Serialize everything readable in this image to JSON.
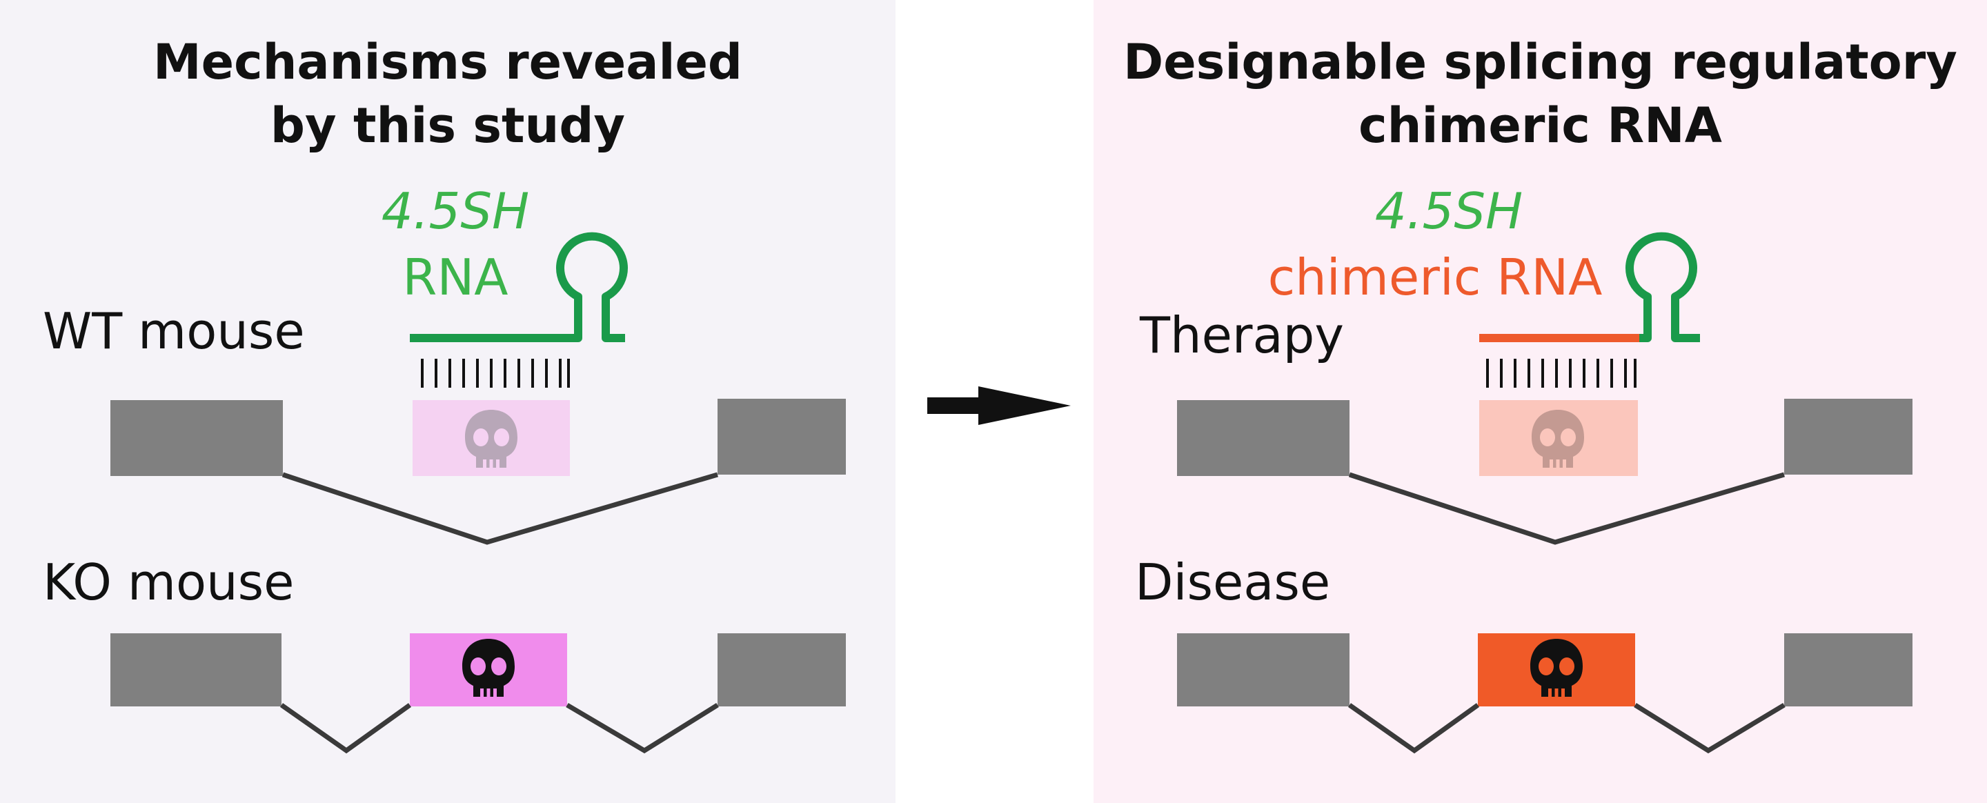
{
  "left_panel": {
    "title": "Mechanisms revealed\nby this study",
    "rna_name": "4.5SH",
    "rna_type": "RNA",
    "condition_top": "WT mouse",
    "condition_bottom": "KO mouse"
  },
  "right_panel": {
    "title": "Designable splicing regulatory\nchimeric RNA",
    "rna_name": "4.5SH",
    "rna_type": "chimeric RNA",
    "condition_top": "Therapy",
    "condition_bottom": "Disease"
  },
  "colors": {
    "rna_green": "#1a9a4a",
    "rna_green_text": "#3cb44b",
    "chimeric_orange": "#ee5a2c",
    "exon_gray": "#808080",
    "intron_line": "#3a3a3a",
    "ko_exon_magenta": "#f08cec",
    "wt_exon_faded_pink": "#f5d2f2",
    "disease_exon_orange": "#f05a28",
    "therapy_exon_faded": "#fbc6bc"
  },
  "icons": {
    "skull": "skull-icon",
    "arrow": "arrow-right-icon",
    "hairpin": "rna-hairpin-icon"
  }
}
